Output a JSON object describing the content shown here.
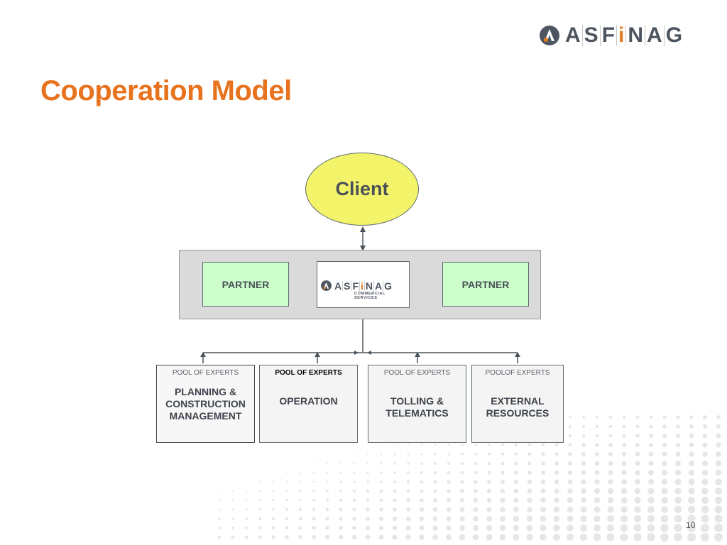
{
  "slide": {
    "title": "Cooperation Model",
    "page_number": "10"
  },
  "logo": {
    "letters": [
      "A",
      "S",
      "F",
      "i",
      "N",
      "A",
      "G"
    ],
    "accent_color": "#e17c20",
    "text_color": "#4d5560"
  },
  "diagram": {
    "client": {
      "label": "Client",
      "fill": "#f4f46a"
    },
    "partners": [
      {
        "label": "PARTNER"
      },
      {
        "label": "PARTNER"
      }
    ],
    "center": {
      "letters": [
        "A",
        "S",
        "F",
        "i",
        "N",
        "A",
        "G"
      ],
      "subtitle": "COMMERCIAL SERVICES"
    },
    "pools": [
      {
        "head": "POOL OF EXPERTS",
        "lines": [
          "PLANNING &",
          "CONSTRUCTION",
          "MANAGEMENT"
        ]
      },
      {
        "head": "POOL OF EXPERTS",
        "lines": [
          "OPERATION"
        ]
      },
      {
        "head": "POOL OF EXPERTS",
        "lines": [
          "TOLLING &",
          "TELEMATICS"
        ]
      },
      {
        "head": "POOLOF EXPERTS",
        "lines": [
          "EXTERNAL",
          "RESOURCES"
        ]
      }
    ],
    "colors": {
      "title": "#e8731e",
      "partner_fill": "#ccffcc",
      "band_fill": "#dadada",
      "connector": "#4a535b"
    }
  }
}
